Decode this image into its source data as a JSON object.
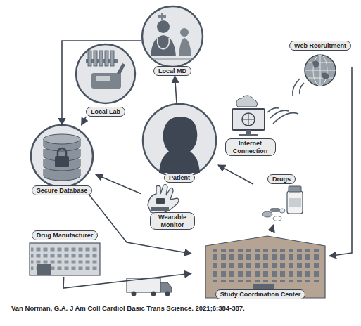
{
  "diagram": {
    "caption": "Van Norman, G.A. J Am Coll Cardiol Basic Trans Science. 2021;6:384-387.",
    "nodes": [
      {
        "text": [
          "Local MD"
        ]
      },
      {
        "text": [
          "Web Recruitment"
        ]
      },
      {
        "text": [
          "Local Lab"
        ]
      },
      {
        "text": [
          "Internet Connection"
        ]
      },
      {
        "text": [
          "Secure Database"
        ]
      },
      {
        "text": [
          "Patient"
        ]
      },
      {
        "text": [
          "Wearable Monitor"
        ]
      },
      {
        "text": [
          "Drugs"
        ]
      },
      {
        "text": [
          "Drug Manufacturer"
        ]
      },
      {
        "text": [
          "Study Coordination Center"
        ]
      }
    ],
    "edges": [
      {
        "from": 0,
        "to": 4,
        "arrow": "to"
      },
      {
        "from": 2,
        "to": 4,
        "arrow": "to"
      },
      {
        "from": 5,
        "to": 0,
        "arrow": "to"
      },
      {
        "from": 6,
        "to": 4,
        "arrow": "to"
      },
      {
        "from": 4,
        "to": 9,
        "arrow": "to"
      },
      {
        "from": 1,
        "to": 9,
        "arrow": "to"
      },
      {
        "from": 7,
        "to": 5,
        "arrow": "to"
      },
      {
        "from": 9,
        "to": 7,
        "arrow": "to"
      },
      {
        "from": 8,
        "to": 9,
        "arrow": "to"
      }
    ]
  }
}
